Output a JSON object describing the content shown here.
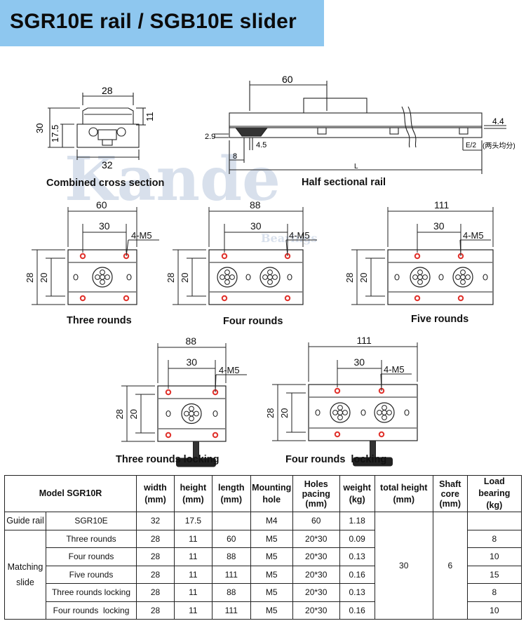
{
  "title": "SGR10E rail / SGB10E slider",
  "colors": {
    "banner": "#8ec7ef",
    "hole": "#e0312b",
    "line": "#222222"
  },
  "watermark": {
    "brand": "Kande",
    "sub": "Bearings"
  },
  "diagrams": {
    "cross_section": {
      "caption": "Combined cross section",
      "dims": {
        "top_width": "28",
        "height_total": "30",
        "height_rail": "17.5",
        "slider_h": "11",
        "bottom_width": "32"
      }
    },
    "half_rail": {
      "caption": "Half sectional rail",
      "dims": {
        "slider_len": "60",
        "d1": "4.4",
        "d2": "2.9",
        "d3": "4.5",
        "d4": "8",
        "e2": "E/2",
        "note": "(两头均分)",
        "L": "L"
      }
    },
    "sliders": [
      {
        "caption": "Three rounds",
        "width": "60",
        "pitch": "30",
        "hole": "4-M5",
        "h1": "28",
        "h2": "20"
      },
      {
        "caption": "Four rounds",
        "width": "88",
        "pitch": "30",
        "hole": "4-M5",
        "h1": "28",
        "h2": "20"
      },
      {
        "caption": "Five rounds",
        "width": "111",
        "pitch": "30",
        "hole": "4-M5",
        "h1": "28",
        "h2": "20"
      },
      {
        "caption": "Three rounds locking",
        "width": "88",
        "pitch": "30",
        "hole": "4-M5",
        "h1": "28",
        "h2": "20"
      },
      {
        "caption": "Four rounds  locking",
        "width": "111",
        "pitch": "30",
        "hole": "4-M5",
        "h1": "28",
        "h2": "20"
      }
    ]
  },
  "table": {
    "headers": {
      "model": "Model SGR10R",
      "width": [
        "width",
        "(mm)"
      ],
      "height": [
        "height",
        "(mm)"
      ],
      "length": [
        "length",
        "(mm)"
      ],
      "mounting": [
        "Mounting",
        "hole"
      ],
      "holes": [
        "Holes",
        "pacing",
        "(mm)"
      ],
      "weight": [
        "weight",
        "(kg)"
      ],
      "total_height": [
        "total height",
        "(mm)"
      ],
      "shaft": [
        "Shaft",
        "core",
        "(mm)"
      ],
      "load": [
        "Load bearing",
        "(kg)"
      ]
    },
    "guide_rail": {
      "label": "Guide rail",
      "model": "SGR10E",
      "width": "32",
      "height": "17.5",
      "length": "",
      "mounting": "M4",
      "holes": "60",
      "weight": "1.18"
    },
    "matching": {
      "label1": "Matching",
      "label2": "slide"
    },
    "rows": [
      {
        "model": "Three rounds",
        "width": "28",
        "height": "11",
        "length": "60",
        "mounting": "M5",
        "holes": "20*30",
        "weight": "0.09",
        "load": "8"
      },
      {
        "model": "Four rounds",
        "width": "28",
        "height": "11",
        "length": "88",
        "mounting": "M5",
        "holes": "20*30",
        "weight": "0.13",
        "load": "10"
      },
      {
        "model": "Five rounds",
        "width": "28",
        "height": "11",
        "length": "111",
        "mounting": "M5",
        "holes": "20*30",
        "weight": "0.16",
        "load": "15"
      },
      {
        "model": "Three rounds locking",
        "width": "28",
        "height": "11",
        "length": "88",
        "mounting": "M5",
        "holes": "20*30",
        "weight": "0.13",
        "load": "8"
      },
      {
        "model": "Four rounds  locking",
        "width": "28",
        "height": "11",
        "length": "111",
        "mounting": "M5",
        "holes": "20*30",
        "weight": "0.16",
        "load": "10"
      }
    ],
    "total_height": "30",
    "shaft_core": "6"
  }
}
